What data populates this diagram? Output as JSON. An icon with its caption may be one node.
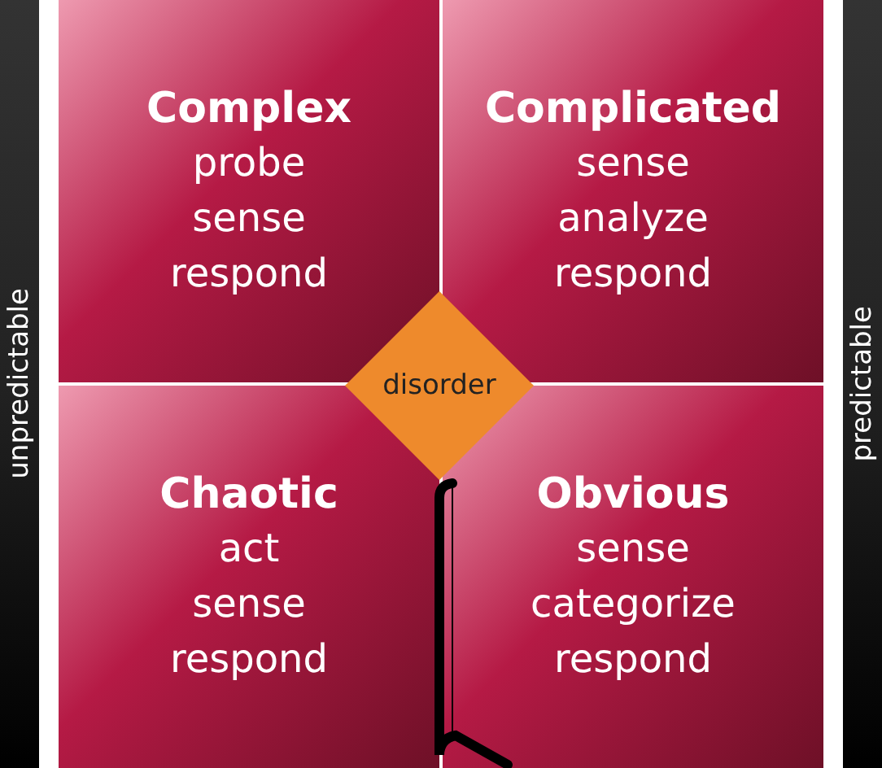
{
  "diagram": {
    "nodes": [
      {
        "text": [
          "unpredictable"
        ]
      },
      {
        "text": [
          "Complex",
          "probe sense respond"
        ]
      },
      {
        "text": [
          "Complicated",
          "sense analyze respond"
        ]
      },
      {
        "text": [
          "predictable"
        ]
      },
      {
        "text": [
          "disorder"
        ]
      },
      {
        "text": [
          "Chaotic",
          "act sense respond"
        ]
      },
      {
        "text": [
          "Obvious",
          "sense categorize respond"
        ]
      }
    ]
  }
}
